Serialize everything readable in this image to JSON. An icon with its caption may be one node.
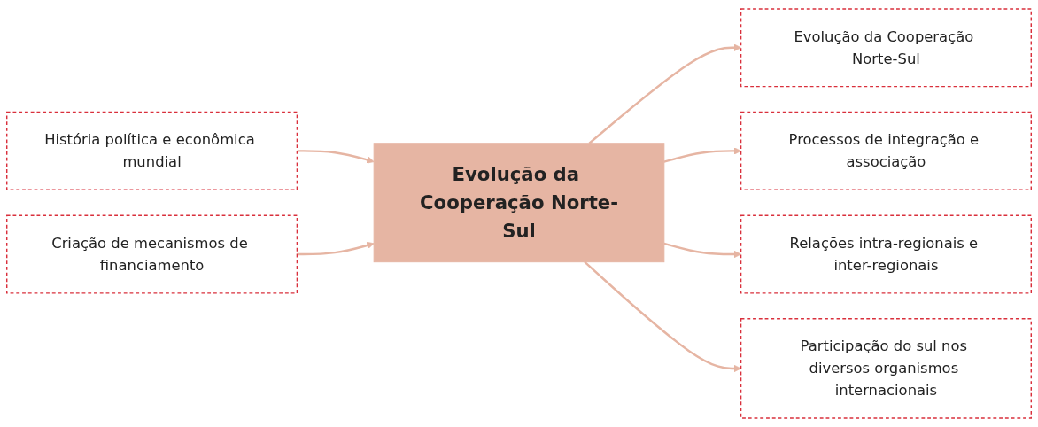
{
  "diagram": {
    "nodes": [
      {
        "text": [
          "Evolução da Cooperação Norte-Sul"
        ]
      },
      {
        "text": [
          "Processos de integração e associação"
        ]
      },
      {
        "text": [
          "História política e econômica mundial"
        ]
      },
      {
        "text": [
          "Evolução da Cooperação Norte-Sul"
        ]
      },
      {
        "text": [
          "Criação de mecanismos de financiamento"
        ]
      },
      {
        "text": [
          "Relações intra-regionais e inter-regionais"
        ]
      },
      {
        "text": [
          "Participação do sul nos diversos organismos internacionais"
        ]
      }
    ],
    "edges": [
      {
        "from": 3,
        "to": 0,
        "arrow": "to"
      },
      {
        "from": 3,
        "to": 1,
        "arrow": "to"
      },
      {
        "from": 2,
        "to": 3,
        "arrow": "to"
      },
      {
        "from": 4,
        "to": 3,
        "arrow": "to"
      },
      {
        "from": 3,
        "to": 5,
        "arrow": "to"
      },
      {
        "from": 3,
        "to": 6,
        "arrow": "to"
      }
    ]
  }
}
